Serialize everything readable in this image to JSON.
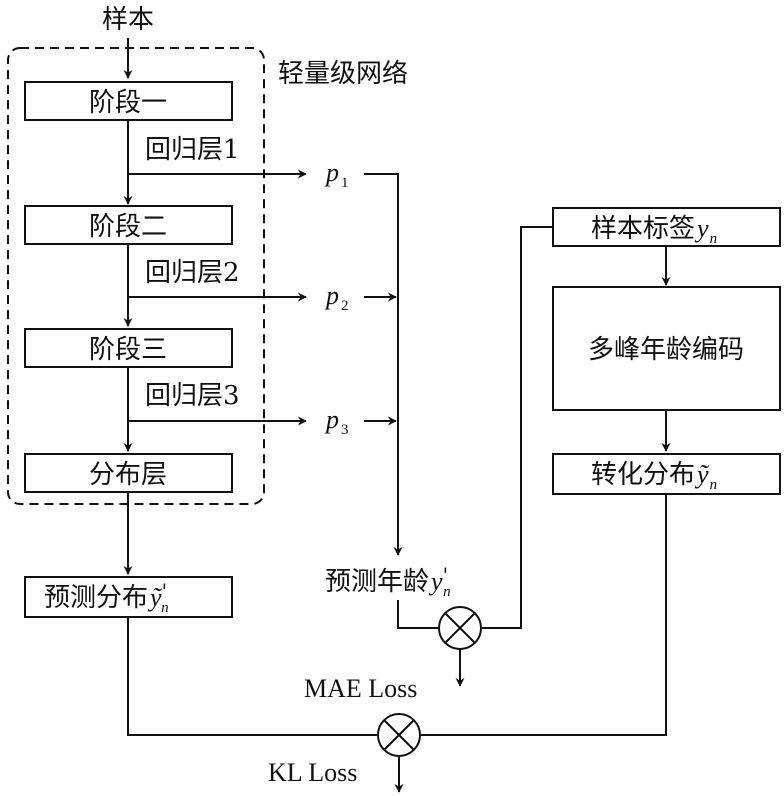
{
  "input_label": "样本",
  "network_label": "轻量级网络",
  "stages": {
    "stage1": "阶段一",
    "stage2": "阶段二",
    "stage3": "阶段三",
    "distribution_layer": "分布层"
  },
  "regression": {
    "reg1": "回归层1",
    "reg2": "回归层2",
    "reg3": "回归层3"
  },
  "outputs": {
    "p1_sym": "p",
    "p1_sub": "1",
    "p2_sym": "p",
    "p2_sub": "2",
    "p3_sym": "p",
    "p3_sub": "3"
  },
  "predicted_distribution": {
    "text": "预测分布",
    "sym": "ỹ",
    "prime": "'",
    "sub": "n"
  },
  "predicted_age": {
    "text": "预测年龄",
    "sym": "y",
    "prime": "'",
    "sub": "n"
  },
  "sample_label": {
    "text": "样本标签",
    "sym": "y",
    "sub": "n"
  },
  "encoding_label": "多峰年龄编码",
  "converted_distribution": {
    "text": "转化分布",
    "sym": "ỹ",
    "sub": "n"
  },
  "losses": {
    "mae": "MAE Loss",
    "kl": "KL Loss"
  }
}
